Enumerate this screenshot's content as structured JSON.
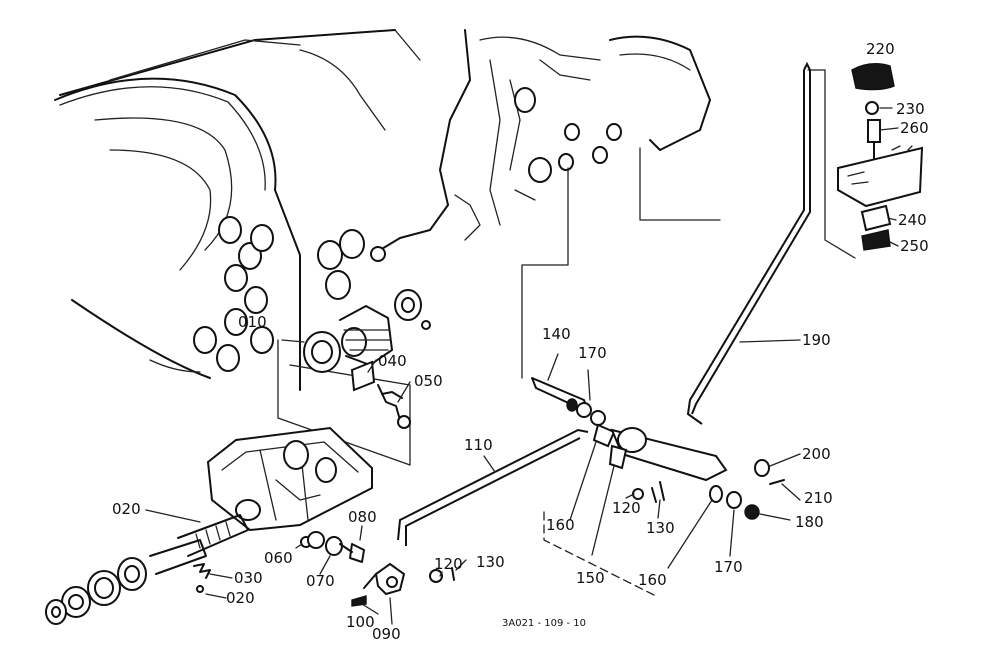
{
  "parts": {
    "p010": "010",
    "p020a": "020",
    "p020b": "020",
    "p030": "030",
    "p040": "040",
    "p050": "050",
    "p060": "060",
    "p070": "070",
    "p080": "080",
    "p090": "090",
    "p100": "100",
    "p110": "110",
    "p120a": "120",
    "p120b": "120",
    "p130a": "130",
    "p130b": "130",
    "p140": "140",
    "p150": "150",
    "p160a": "160",
    "p160b": "160",
    "p170a": "170",
    "p170b": "170",
    "p180": "180",
    "p190": "190",
    "p200": "200",
    "p210": "210",
    "p220": "220",
    "p230": "230",
    "p240": "240",
    "p250": "250",
    "p260": "260"
  },
  "drawing_code": "3A021 - 109 - 10"
}
